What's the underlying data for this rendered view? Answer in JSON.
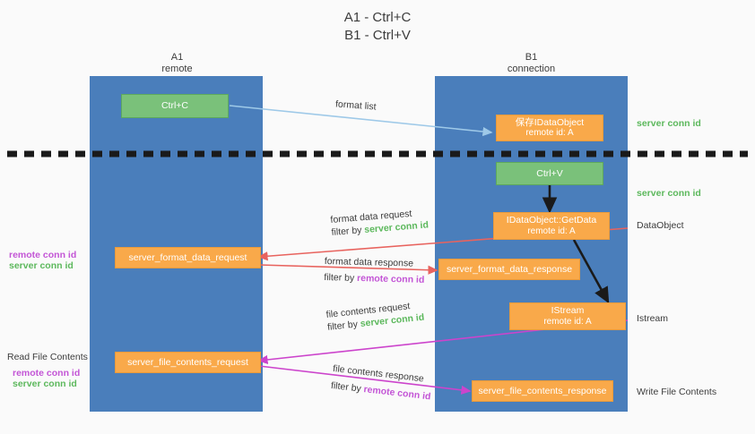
{
  "title": {
    "line1": "A1 - Ctrl+C",
    "line2": "B1 - Ctrl+V"
  },
  "lanes": [
    {
      "name": "A1",
      "sub": "remote"
    },
    {
      "name": "B1",
      "sub": "connection"
    }
  ],
  "boxes": {
    "ctrl_c": "Ctrl+C",
    "ctrl_v": "Ctrl+V",
    "idataobject": {
      "line1": "保存IDataObject",
      "line2": "remote id: A"
    },
    "getdata": {
      "line1": "IDataObject::GetData",
      "line2": "remote id: A"
    },
    "istream": {
      "line1": "IStream",
      "line2": "remote id: A"
    },
    "server_format_data_request": "server_format_data_request",
    "server_format_data_response": "server_format_data_response",
    "server_file_contents_request": "server_file_contents_request",
    "server_file_contents_response": "server_file_contents_response"
  },
  "edge_labels": {
    "format_list": "format list",
    "format_data_request": "format data request",
    "format_data_request_filter_prefix": "filter by ",
    "format_data_request_filter_value": "server conn id",
    "format_data_response": "format data response",
    "format_data_response_filter_prefix": "filter by ",
    "format_data_response_filter_value": "remote conn id",
    "file_contents_request": "file contents request",
    "file_contents_request_filter_prefix": "filter by ",
    "file_contents_request_filter_value": "server conn id",
    "file_contents_response": "file contents response",
    "file_contents_response_filter_prefix": "filter by ",
    "file_contents_response_filter_value": "remote conn id"
  },
  "right_notes": {
    "server_conn_id_1": "server conn id",
    "server_conn_id_2": "server conn id",
    "dataobject": "DataObject",
    "istream": "Istream",
    "write_file_contents": "Write File Contents"
  },
  "left_notes": {
    "remote_conn_id_1": "remote conn id",
    "server_conn_id_1": "server conn id",
    "read_file_contents": "Read File Contents",
    "remote_conn_id_2": "remote conn id",
    "server_conn_id_2": "server conn id"
  },
  "colors": {
    "lane": "#4a7ebb",
    "green_box": "#7ac17a",
    "orange_box": "#f9a94a",
    "green_text": "#5cb85c",
    "purple_text": "#c355d6",
    "blue_arrow": "#9ec9e8",
    "red_arrow": "#e8635e",
    "magenta_arrow": "#cc44cc",
    "black_arrow": "#1a1a1a",
    "divider": "#1a1a1a"
  }
}
